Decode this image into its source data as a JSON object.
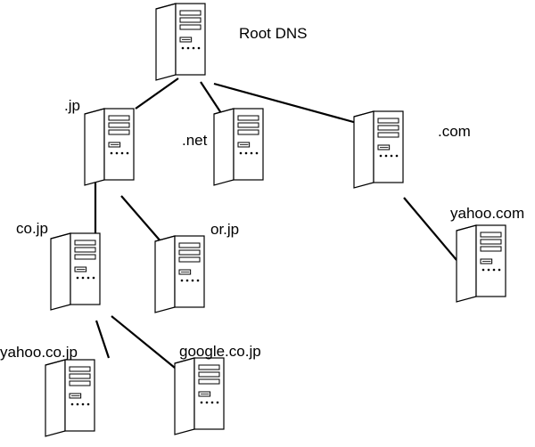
{
  "diagram": {
    "nodes": [
      {
        "id": "root",
        "label": "Root DNS",
        "icon": "server-tower-icon"
      },
      {
        "id": "jp",
        "label": ".jp",
        "icon": "server-tower-icon"
      },
      {
        "id": "net",
        "label": ".net",
        "icon": "server-tower-icon"
      },
      {
        "id": "com",
        "label": ".com",
        "icon": "server-tower-icon"
      },
      {
        "id": "cojp",
        "label": "co.jp",
        "icon": "server-tower-icon"
      },
      {
        "id": "orjp",
        "label": "or.jp",
        "icon": "server-tower-icon"
      },
      {
        "id": "yahoocom",
        "label": "yahoo.com",
        "icon": "server-tower-icon"
      },
      {
        "id": "yahoocojp",
        "label": "yahoo.co.jp",
        "icon": "server-tower-icon"
      },
      {
        "id": "googlecojp",
        "label": "google.co.jp",
        "icon": "server-tower-icon"
      }
    ],
    "edges": [
      {
        "from": "root",
        "to": "jp"
      },
      {
        "from": "root",
        "to": "net"
      },
      {
        "from": "root",
        "to": "com"
      },
      {
        "from": "jp",
        "to": "cojp"
      },
      {
        "from": "jp",
        "to": "orjp"
      },
      {
        "from": "com",
        "to": "yahoocom"
      },
      {
        "from": "cojp",
        "to": "yahoocojp"
      },
      {
        "from": "cojp",
        "to": "googlecojp"
      }
    ],
    "line_color": "#000000",
    "server_fill": "#ffffff",
    "server_stroke": "#000000"
  }
}
